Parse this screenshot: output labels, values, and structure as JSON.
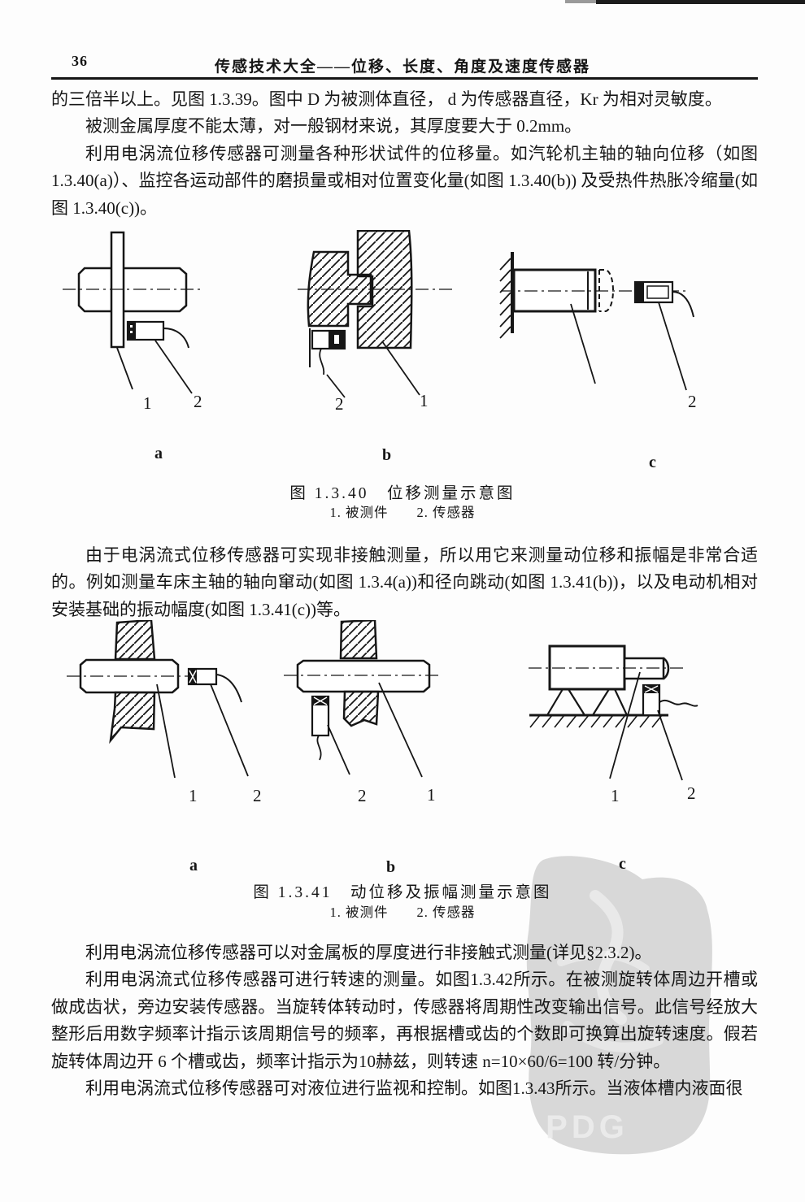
{
  "header": {
    "page_number": "36",
    "title": "传感技术大全——位移、长度、角度及速度传感器"
  },
  "body": {
    "p1": "的三倍半以上。见图 1.3.39。图中 D 为被测体直径， d 为传感器直径，Kr 为相对灵敏度。",
    "p2": "被测金属厚度不能太薄，对一般钢材来说，其厚度要大于 0.2mm。",
    "p3": "利用电涡流位移传感器可测量各种形状试件的位移量。如汽轮机主轴的轴向位移（如图1.3.40(a)）、监控各运动部件的磨损量或相对位置变化量(如图 1.3.40(b)) 及受热件热胀冷缩量(如图 1.3.40(c))。",
    "p4": "由于电涡流式位移传感器可实现非接触测量，所以用它来测量动位移和振幅是非常合适的。例如测量车床主轴的轴向窜动(如图 1.3.4(a))和径向跳动(如图 1.3.41(b))，以及电动机相对安装基础的振动幅度(如图 1.3.41(c))等。",
    "p5": "利用电涡流位移传感器可以对金属板的厚度进行非接触式测量(详见§2.3.2)。",
    "p6": "利用电涡流式位移传感器可进行转速的测量。如图1.3.42所示。在被测旋转体周边开槽或做成齿状，旁边安装传感器。当旋转体转动时，传感器将周期性改变输出信号。此信号经放大整形后用数字频率计指示该周期信号的频率，再根据槽或齿的个数即可换算出旋转速度。假若旋转体周边开 6 个槽或齿，频率计指示为10赫兹，则转速 n=10×60/6=100 转/分钟。",
    "p7": "利用电涡流式位移传感器可对液位进行监视和控制。如图1.3.43所示。当液体槽内液面很"
  },
  "fig40": {
    "caption": "图 1.3.40　位移测量示意图",
    "legend": "1. 被测件　　2. 传感器",
    "label1": "1",
    "label2": "2",
    "sub_a": "a",
    "sub_b": "b",
    "sub_c": "c"
  },
  "fig41": {
    "caption": "图 1.3.41　动位移及振幅测量示意图",
    "legend": "1. 被测件　　2. 传感器",
    "label1": "1",
    "label2": "2",
    "sub_a": "a",
    "sub_b": "b",
    "sub_c": "c"
  },
  "watermark": {
    "text": "PDG"
  }
}
